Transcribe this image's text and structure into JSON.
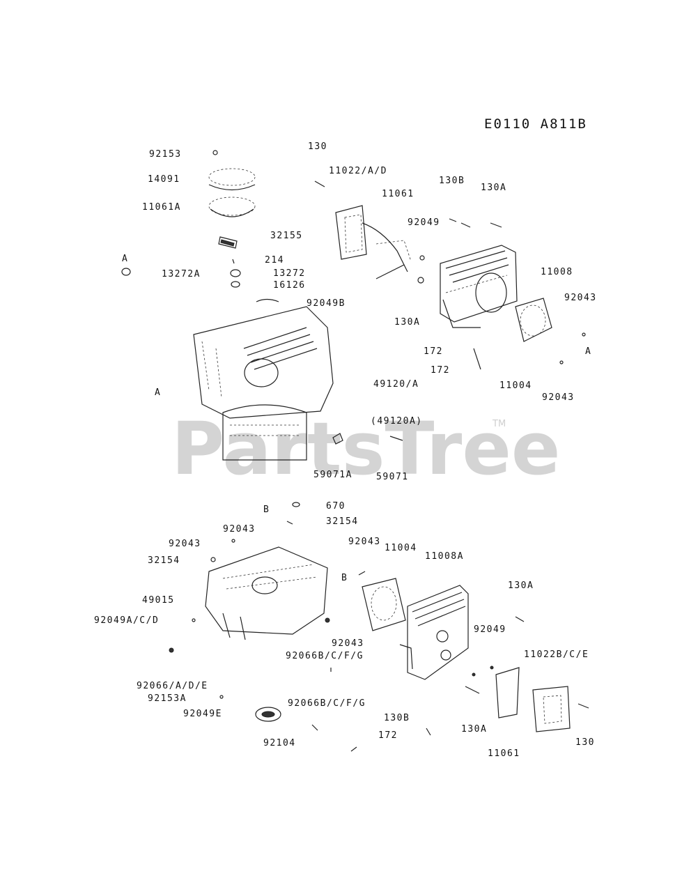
{
  "diagram_code": "E0110 A811B",
  "watermark": {
    "text": "PartsTree",
    "mark": "TM"
  },
  "parts": [
    {
      "id": "p1",
      "label": "92153"
    },
    {
      "id": "p2",
      "label": "130"
    },
    {
      "id": "p3",
      "label": "11022/A/D"
    },
    {
      "id": "p4",
      "label": "14091"
    },
    {
      "id": "p5",
      "label": "11061"
    },
    {
      "id": "p6",
      "label": "130B"
    },
    {
      "id": "p7",
      "label": "130A"
    },
    {
      "id": "p8",
      "label": "11061A"
    },
    {
      "id": "p9",
      "label": "92049"
    },
    {
      "id": "p10",
      "label": "32155"
    },
    {
      "id": "p11",
      "label": "A"
    },
    {
      "id": "p12",
      "label": "214"
    },
    {
      "id": "p13",
      "label": "13272A"
    },
    {
      "id": "p14",
      "label": "13272"
    },
    {
      "id": "p15",
      "label": "16126"
    },
    {
      "id": "p16",
      "label": "11008"
    },
    {
      "id": "p17",
      "label": "92049B"
    },
    {
      "id": "p18",
      "label": "92043"
    },
    {
      "id": "p19",
      "label": "130A"
    },
    {
      "id": "p20",
      "label": "A"
    },
    {
      "id": "p21",
      "label": "172"
    },
    {
      "id": "p22",
      "label": "172"
    },
    {
      "id": "p23",
      "label": "A"
    },
    {
      "id": "p24",
      "label": "49120/A"
    },
    {
      "id": "p25",
      "label": "11004"
    },
    {
      "id": "p26",
      "label": "92043"
    },
    {
      "id": "p27",
      "label": "(49120A)"
    },
    {
      "id": "p28",
      "label": "59071A"
    },
    {
      "id": "p29",
      "label": "59071"
    },
    {
      "id": "p30",
      "label": "B"
    },
    {
      "id": "p31",
      "label": "670"
    },
    {
      "id": "p32",
      "label": "32154"
    },
    {
      "id": "p33",
      "label": "92043"
    },
    {
      "id": "p34",
      "label": "92043"
    },
    {
      "id": "p35",
      "label": "92043"
    },
    {
      "id": "p36",
      "label": "11004"
    },
    {
      "id": "p37",
      "label": "11008A"
    },
    {
      "id": "p38",
      "label": "32154"
    },
    {
      "id": "p39",
      "label": "B"
    },
    {
      "id": "p40",
      "label": "130A"
    },
    {
      "id": "p41",
      "label": "49015"
    },
    {
      "id": "p42",
      "label": "92049A/C/D"
    },
    {
      "id": "p43",
      "label": "92049"
    },
    {
      "id": "p44",
      "label": "92043"
    },
    {
      "id": "p45",
      "label": "92066B/C/F/G"
    },
    {
      "id": "p46",
      "label": "11022B/C/E"
    },
    {
      "id": "p47",
      "label": "92066/A/D/E"
    },
    {
      "id": "p48",
      "label": "92153A"
    },
    {
      "id": "p49",
      "label": "92066B/C/F/G"
    },
    {
      "id": "p50",
      "label": "92049E"
    },
    {
      "id": "p51",
      "label": "130B"
    },
    {
      "id": "p52",
      "label": "172"
    },
    {
      "id": "p53",
      "label": "130A"
    },
    {
      "id": "p54",
      "label": "92104"
    },
    {
      "id": "p55",
      "label": "11061"
    },
    {
      "id": "p56",
      "label": "130"
    }
  ]
}
